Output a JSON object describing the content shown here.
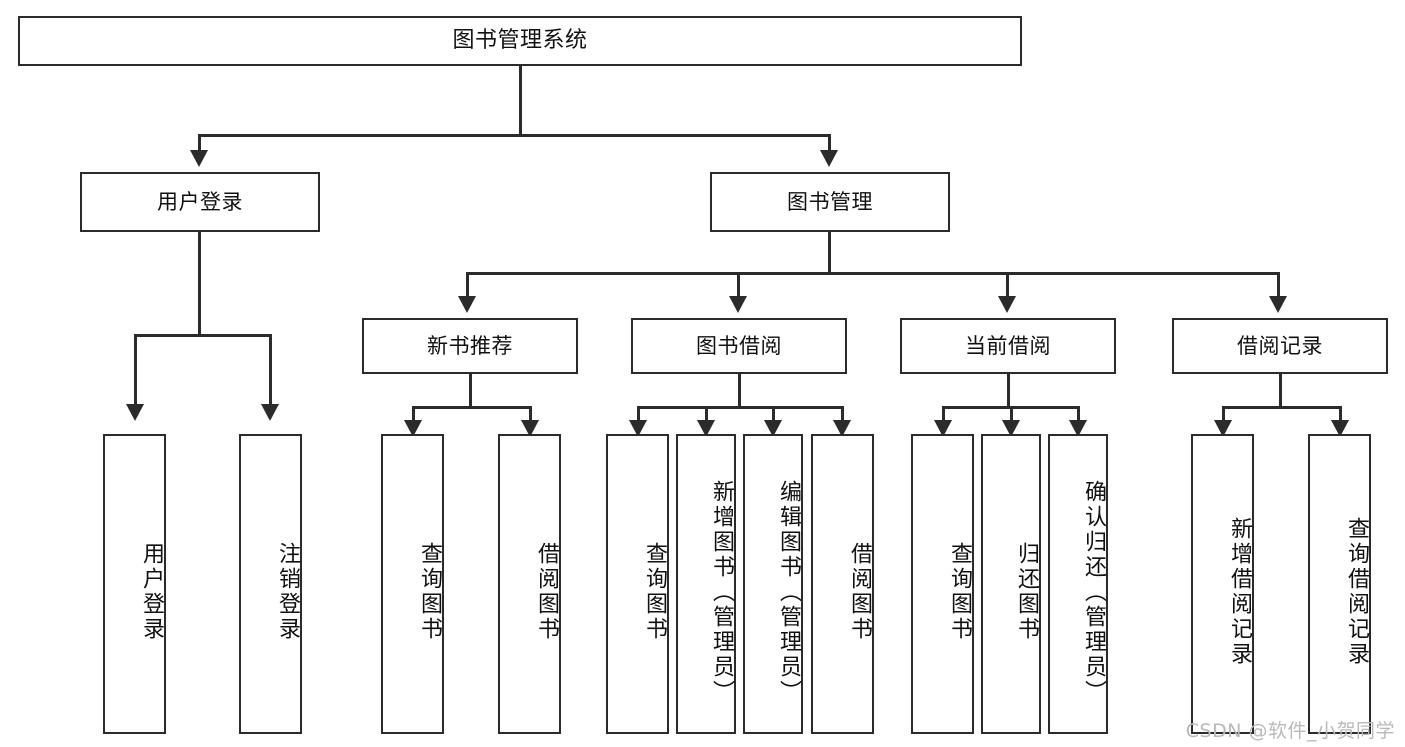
{
  "diagram": {
    "title": "图书管理系统",
    "type": "tree",
    "watermark": "CSDN @软件_小贺同学",
    "colors": {
      "stroke": "#2b2b2b",
      "fill": "#ffffff",
      "text": "#111111",
      "watermark": "#b9b9b9"
    },
    "levels": {
      "root": {
        "label": "图书管理系统"
      },
      "level2": [
        {
          "label": "用户登录"
        },
        {
          "label": "图书管理"
        }
      ],
      "level3": [
        {
          "label": "新书推荐"
        },
        {
          "label": "图书借阅"
        },
        {
          "label": "当前借阅"
        },
        {
          "label": "借阅记录"
        }
      ],
      "leaves": {
        "user_login": [
          {
            "label": "用户登录"
          },
          {
            "label": "注销登录"
          }
        ],
        "new_book": [
          {
            "label": "查询图书"
          },
          {
            "label": "借阅图书"
          }
        ],
        "book_borrow": [
          {
            "label": "查询图书"
          },
          {
            "label": "新增图书（管理员）"
          },
          {
            "label": "编辑图书（管理员）"
          },
          {
            "label": "借阅图书"
          }
        ],
        "current_borrow": [
          {
            "label": "查询图书"
          },
          {
            "label": "归还图书"
          },
          {
            "label": "确认归还（管理员）"
          }
        ],
        "borrow_record": [
          {
            "label": "新增借阅记录"
          },
          {
            "label": "查询借阅记录"
          }
        ]
      }
    }
  }
}
